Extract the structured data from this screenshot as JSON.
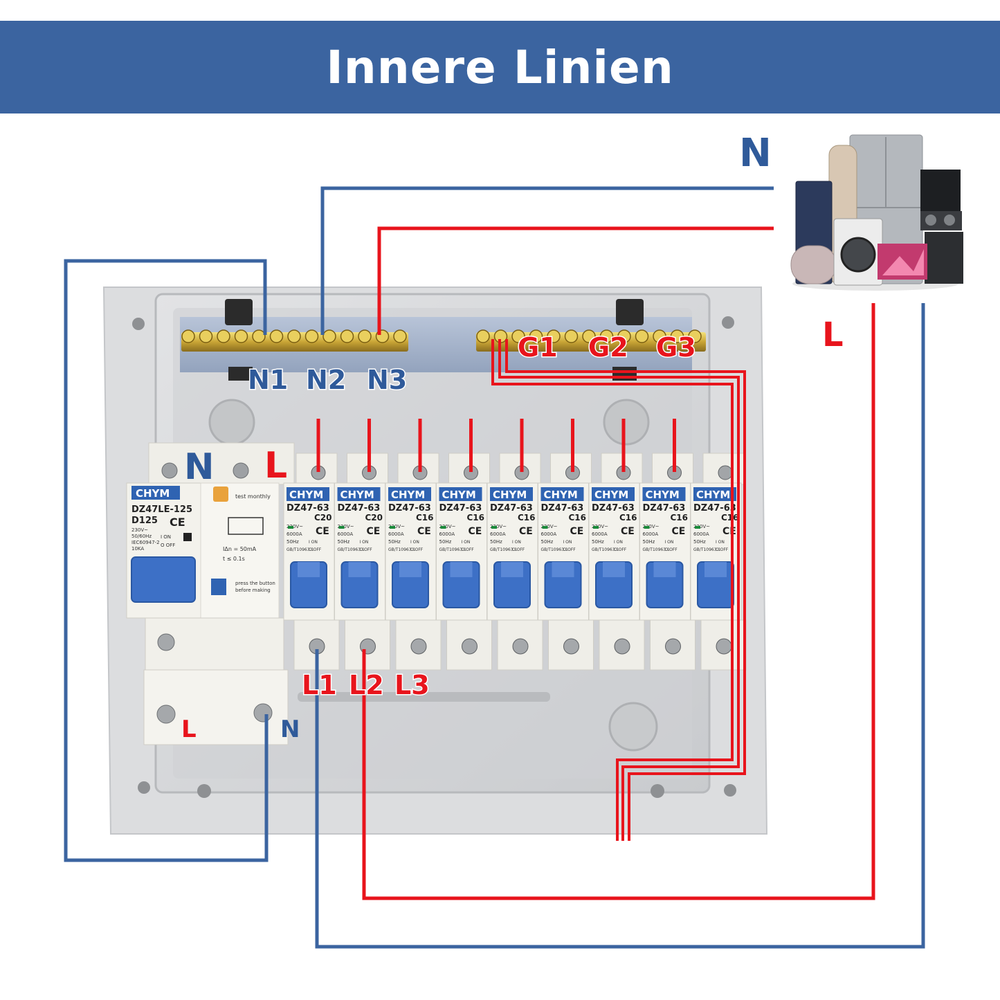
{
  "title": "Innere Linien",
  "labels": {
    "top_n": "N",
    "right_l": "L",
    "n1": "N1",
    "n2": "N2",
    "n3": "N3",
    "g1": "G1",
    "g2": "G2",
    "g3": "G3",
    "rcd_n": "N",
    "rcd_l": "L",
    "l1": "L1",
    "l2": "L2",
    "l3": "L3",
    "bottom_l": "L",
    "bottom_n": "N"
  },
  "rcd": {
    "brand": "CHYM",
    "model": "DZ47LE-125",
    "rating": "D125",
    "ce": "CE",
    "spec1": "230V~",
    "spec2": "50/60Hz",
    "spec3": "IEC60947-2",
    "spec4": "10KA",
    "test": "test monthly",
    "ian": "IΔn = 50mA",
    "t": "t ≤ 0.1s",
    "press": "press the button",
    "before": "before making",
    "on": "I ON",
    "off": "O OFF"
  },
  "breakers": [
    {
      "brand": "CHYM",
      "model": "DZ47-63",
      "rating": "C20"
    },
    {
      "brand": "CHYM",
      "model": "DZ47-63",
      "rating": "C20"
    },
    {
      "brand": "CHYM",
      "model": "DZ47-63",
      "rating": "C16"
    },
    {
      "brand": "CHYM",
      "model": "DZ47-63",
      "rating": "C16"
    },
    {
      "brand": "CHYM",
      "model": "DZ47-63",
      "rating": "C16"
    },
    {
      "brand": "CHYM",
      "model": "DZ47-63",
      "rating": "C16"
    },
    {
      "brand": "CHYM",
      "model": "DZ47-63",
      "rating": "C16"
    },
    {
      "brand": "CHYM",
      "model": "DZ47-63",
      "rating": "C16"
    },
    {
      "brand": "CHYM",
      "model": "DZ47-63",
      "rating": "C16"
    }
  ],
  "breaker_specs": {
    "volt": "220V~",
    "amp": "6000A",
    "freq": "50Hz",
    "std": "GB/T10963.1",
    "ce": "CE",
    "on": "I ON",
    "off": "O OFF"
  },
  "colors": {
    "banner": "#3b64a0",
    "neutral_wire": "#3b64a0",
    "live_wire": "#e8141c",
    "enclosure": "#d4d6d8",
    "breaker_body": "#f1f0ea",
    "toggle": "#3c6fc4"
  },
  "appliances_image": "home-appliances-icon"
}
